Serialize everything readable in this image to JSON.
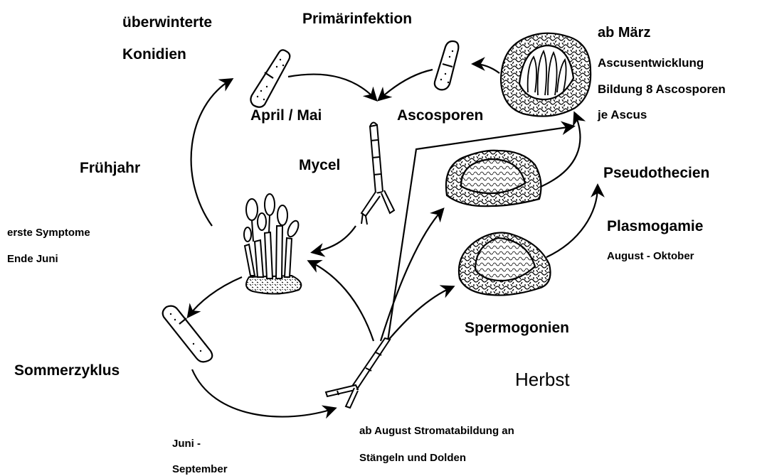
{
  "labels": {
    "ueberwinterte": "überwinterte",
    "konidien": "Konidien",
    "primaerinfektion": "Primärinfektion",
    "ab_maerz": "ab März",
    "ascusentwicklung": "Ascusentwicklung",
    "bildung": "Bildung 8 Ascosporen",
    "je_ascus": "je Ascus",
    "april_mai": "April / Mai",
    "ascosporen": "Ascosporen",
    "fruehjahr": "Frühjahr",
    "mycel": "Mycel",
    "pseudothecien": "Pseudothecien",
    "erste_symptome": "erste Symptome",
    "ende_juni": "Ende Juni",
    "plasmogamie": "Plasmogamie",
    "august_oktober": "August - Oktober",
    "spermogonien": "Spermogonien",
    "sommerzyklus": "Sommerzyklus",
    "herbst": "Herbst",
    "juni": "Juni -",
    "september": "September",
    "stromatabildung": "ab August Stromatabildung an",
    "staengeln": "Stängeln und Dolden"
  },
  "colors": {
    "ink": "#000000",
    "background": "#ffffff"
  }
}
